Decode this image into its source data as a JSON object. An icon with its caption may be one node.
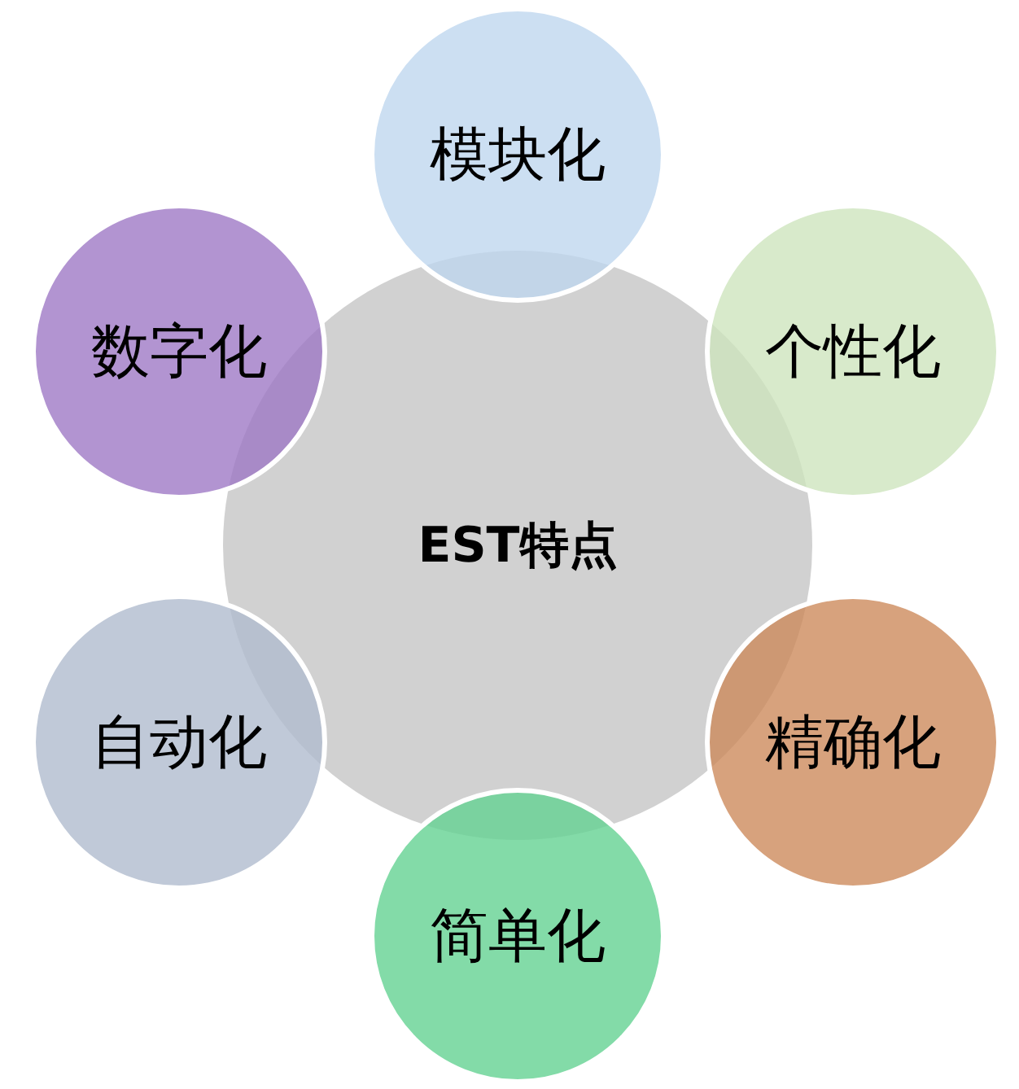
{
  "diagram": {
    "nodes": [
      {
        "text": [
          "EST特点"
        ]
      },
      {
        "text": [
          "模块化"
        ]
      },
      {
        "text": [
          "个性化"
        ]
      },
      {
        "text": [
          "精确化"
        ]
      },
      {
        "text": [
          "简单化"
        ]
      },
      {
        "text": [
          "自动化"
        ]
      },
      {
        "text": [
          "数字化"
        ]
      }
    ]
  }
}
